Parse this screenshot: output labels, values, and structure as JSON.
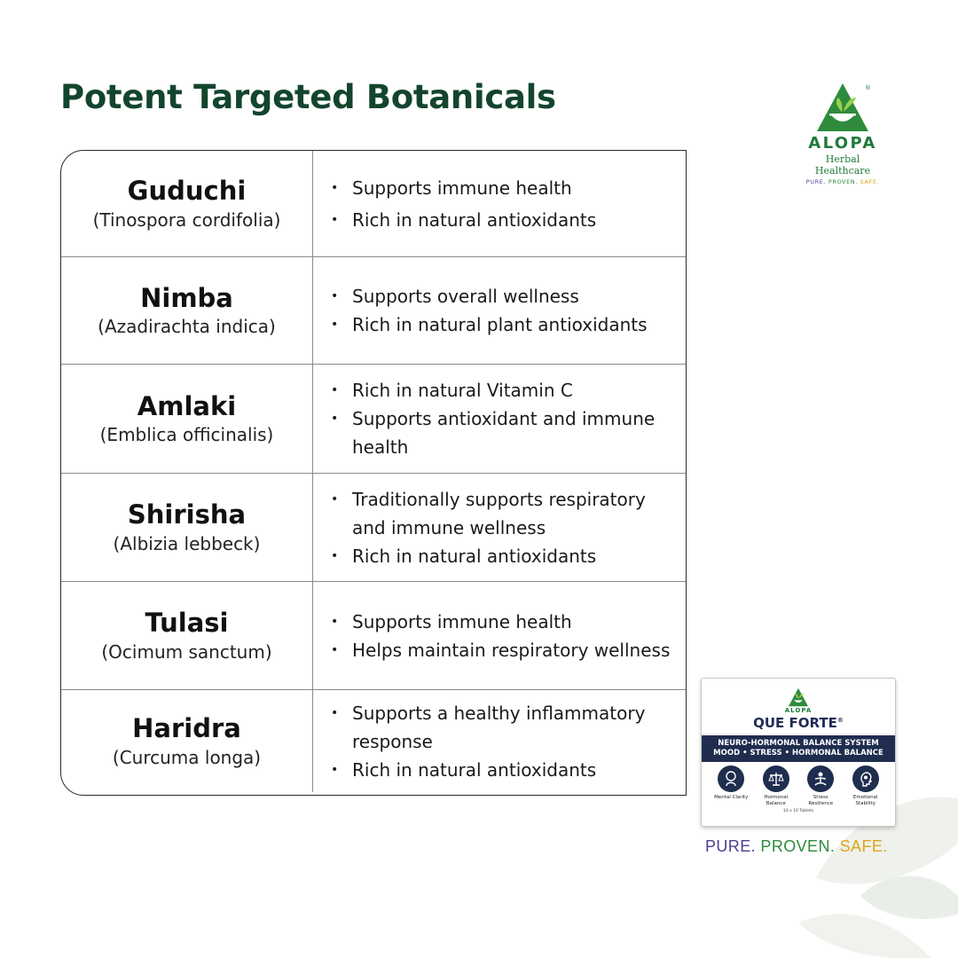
{
  "page": {
    "title": "Potent Targeted Botanicals"
  },
  "brand": {
    "name": "ALOPA",
    "subtitle": "Herbal Healthcare",
    "tagline": [
      "PURE.",
      "PROVEN.",
      "SAFE."
    ],
    "colors": {
      "dark_green": "#13452e",
      "green": "#1f7a3a",
      "blue": "#4a3f96",
      "gold": "#e0a51b",
      "navy": "#1f2d4f"
    }
  },
  "botanicals": [
    {
      "name": "Guduchi",
      "latin": "(Tinospora cordifolia)",
      "benefits": [
        "Supports immune health",
        "Rich in natural antioxidants"
      ]
    },
    {
      "name": "Nimba",
      "latin": "(Azadirachta indica)",
      "benefits": [
        "Supports overall wellness",
        "Rich in natural plant antioxidants"
      ]
    },
    {
      "name": "Amlaki",
      "latin": "(Emblica officinalis)",
      "benefits": [
        "Rich in natural Vitamin C",
        "Supports antioxidant and immune health"
      ]
    },
    {
      "name": "Shirisha",
      "latin": "(Albizia lebbeck)",
      "benefits": [
        "Traditionally supports respiratory and immune wellness",
        "Rich in natural antioxidants"
      ]
    },
    {
      "name": "Tulasi",
      "latin": "(Ocimum sanctum)",
      "benefits": [
        "Supports immune health",
        "Helps maintain respiratory wellness"
      ]
    },
    {
      "name": "Haridra",
      "latin": "(Curcuma longa)",
      "benefits": [
        "Supports a healthy inflammatory response",
        "Rich in natural antioxidants"
      ]
    }
  ],
  "product": {
    "brand": "ALOPA",
    "name": "QUE FORTE",
    "system": "NEURO-HORMONAL BALANCE SYSTEM",
    "focus": "MOOD • STRESS • HORMONAL BALANCE",
    "icons": [
      {
        "icon": "brain-icon",
        "label": "Mental Clarity"
      },
      {
        "icon": "scales-icon",
        "label": "Hormonal Balance"
      },
      {
        "icon": "meditation-icon",
        "label": "Stress Resilience"
      },
      {
        "icon": "head-profile-icon",
        "label": "Emotional Stability"
      }
    ],
    "count": "10 x 10 Tablets"
  },
  "footer": {
    "tagline": [
      "PURE.",
      "PROVEN.",
      "SAFE."
    ]
  }
}
